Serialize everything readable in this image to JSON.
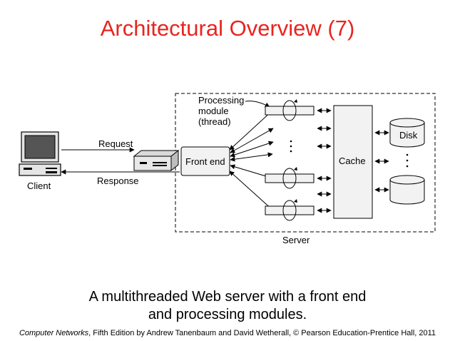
{
  "slide": {
    "title": "Architectural Overview (7)",
    "caption_line1": "A multithreaded Web server with a front end",
    "caption_line2": "and processing modules.",
    "credit_book": "Computer Networks",
    "credit_rest": ", Fifth Edition by Andrew Tanenbaum and David Wetherall, © Pearson Education-Prentice Hall, 2011"
  },
  "diagram": {
    "processing_line1": "Processing",
    "processing_line2": "module",
    "processing_line3": "(thread)",
    "request": "Request",
    "response": "Response",
    "client": "Client",
    "front_end": "Front end",
    "cache": "Cache",
    "disk": "Disk",
    "server": "Server"
  },
  "colors": {
    "title": "#e8241f",
    "box_fill": "#f2f2f2",
    "line": "#000000"
  }
}
